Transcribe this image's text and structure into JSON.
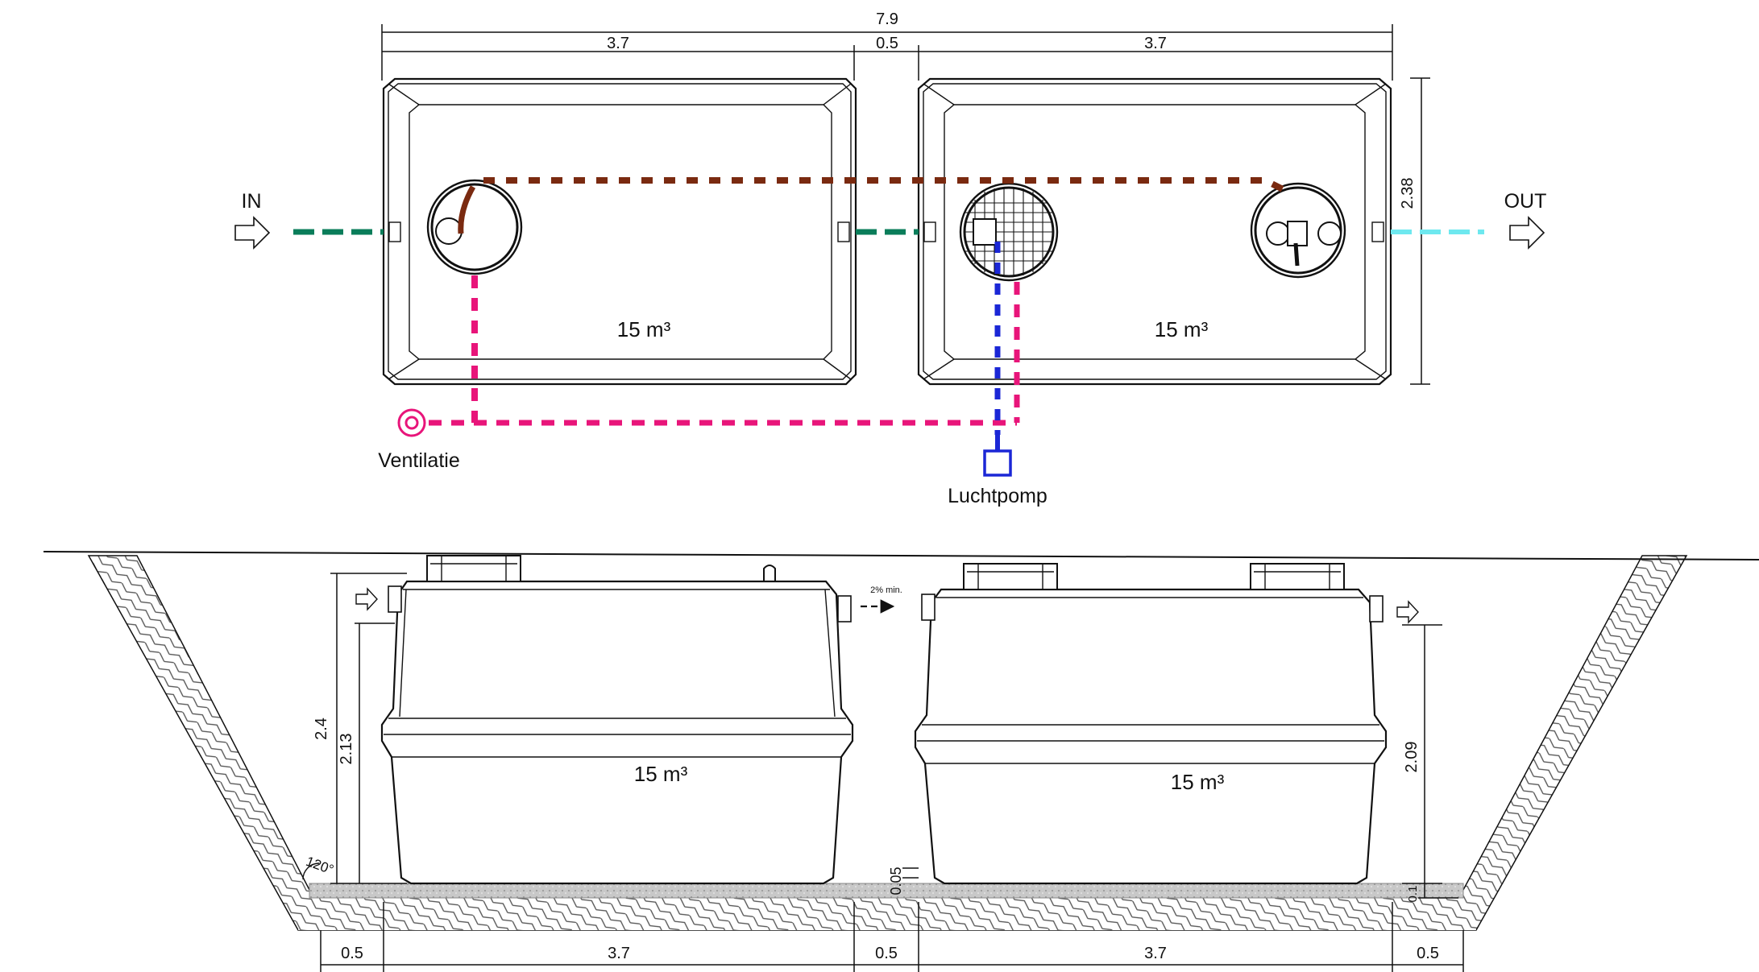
{
  "plan_view": {
    "dimensions": {
      "total_length": "7.9",
      "tank1_length": "3.7",
      "gap": "0.5",
      "tank2_length": "3.7",
      "width": "2.38"
    },
    "labels": {
      "inlet": "IN",
      "outlet": "OUT",
      "tank1_volume": "15 m³",
      "tank2_volume": "15 m³",
      "ventilation": "Ventilatie",
      "air_pump": "Luchtpomp"
    },
    "pipe_colors": {
      "inlet_pipe": "#0a7d5a",
      "outlet_pipe": "#6ee8ef",
      "gaine_line": "#7a2a10",
      "ventilation_line": "#e8157a",
      "air_line": "#1b27d6"
    }
  },
  "section_view": {
    "dimensions": {
      "tank_height": "2.4",
      "inlet_height": "2.13",
      "outlet_height": "2.09",
      "bed_thickness": "0.1",
      "gap_detail": "0.05",
      "slope_angle": "120°",
      "slope_note": "2% min.",
      "bottom_left_margin": "0.5",
      "bottom_tank1": "3.7",
      "bottom_gap": "0.5",
      "bottom_tank2": "3.7",
      "bottom_right_margin": "0.5"
    },
    "labels": {
      "tank1_volume": "15  m³",
      "tank2_volume": "15  m³"
    }
  }
}
